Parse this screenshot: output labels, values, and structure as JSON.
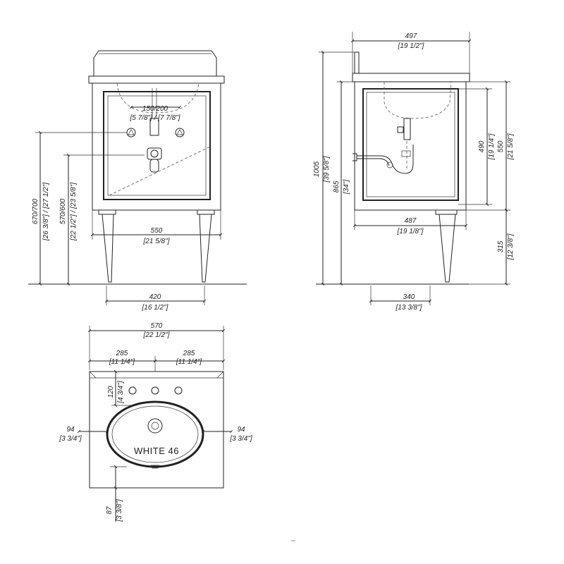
{
  "front": {
    "w_top": "150/200",
    "w_top_in": "[5 7/8\"] / [7 7/8\"]",
    "w_body": "550",
    "w_body_in": "[21 5/8\"]",
    "w_legs": "420",
    "w_legs_in": "[16 1/2\"]",
    "h_total": "670/700",
    "h_total_in": "[26 3/8\"] / [27 1/2\"]",
    "h_drain": "570/600",
    "h_drain_in": "[22 1/2\"] / [23 5/8\"]"
  },
  "side": {
    "w_top": "497",
    "w_top_in": "[19 1/2\"]",
    "w_body": "487",
    "w_body_in": "[19 1/8\"]",
    "w_legs": "340",
    "w_legs_in": "[13 3/8\"]",
    "h_total": "1005",
    "h_total_in": "[39 5/8\"]",
    "h_body": "865",
    "h_body_in": "[34\"]",
    "h_550": "550",
    "h_550_in": "[21 5/8\"]",
    "h_490": "490",
    "h_490_in": "[19 1/4\"]",
    "h_legs": "315",
    "h_legs_in": "[12 3/8\"]"
  },
  "top": {
    "w_total": "570",
    "w_total_in": "[22 1/2\"]",
    "w_left": "285",
    "w_left_in": "[11 1/4\"]",
    "w_right": "285",
    "w_right_in": "[11 1/4\"]",
    "d_faucet": "120",
    "d_faucet_in": "[4 3/4\"]",
    "m_left": "94",
    "m_left_in": "[3 3/4\"]",
    "m_right": "94",
    "m_right_in": "[3 3/4\"]",
    "d_front": "87",
    "d_front_in": "[3 3/8\"]",
    "basin_label": "WHITE 46"
  }
}
